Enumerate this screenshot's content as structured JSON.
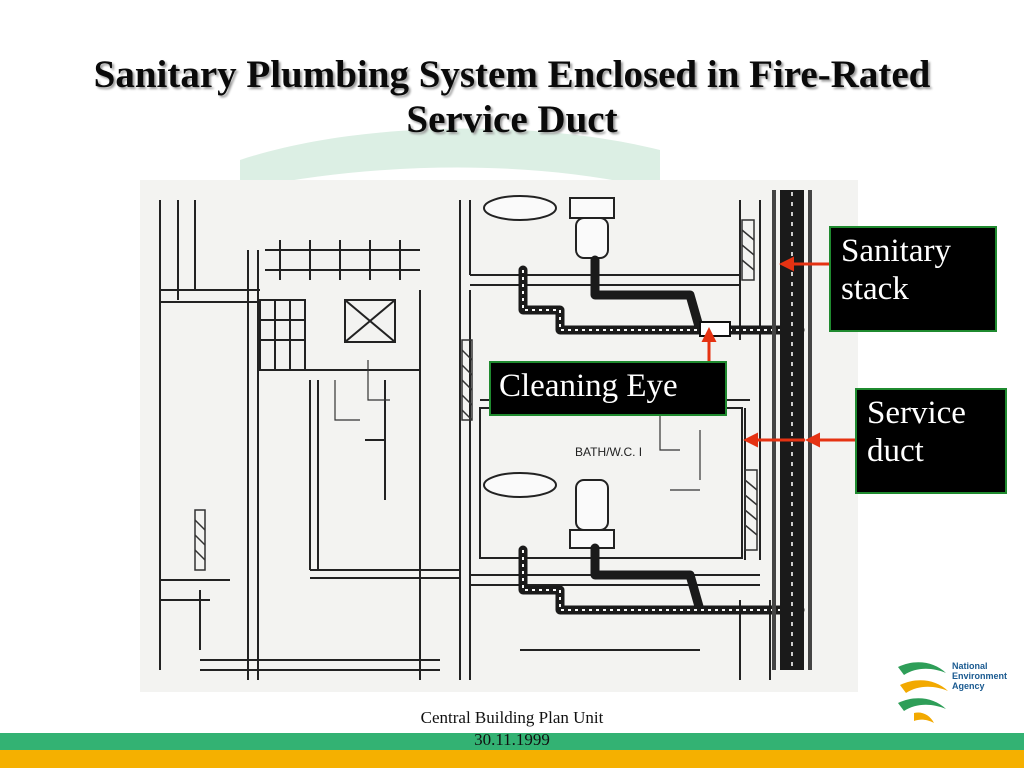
{
  "slide": {
    "title": "Sanitary Plumbing System Enclosed in Fire-Rated Service Duct"
  },
  "drawing": {
    "room_label": "BATH/W.C. I"
  },
  "callouts": {
    "sanitary_stack": "Sanitary stack",
    "cleaning_eye": "Cleaning Eye",
    "service_duct": "Service duct"
  },
  "colors": {
    "label_bg": "#000000",
    "label_border": "#1f8a2f",
    "arrow": "#e53212",
    "footer_green": "#33b273",
    "footer_yellow": "#f5b000"
  },
  "footer": {
    "line1": "Central Building Plan Unit",
    "line2": "30.11.1999"
  },
  "logo": {
    "name_line1": "National",
    "name_line2": "Environment",
    "name_line3": "Agency"
  }
}
